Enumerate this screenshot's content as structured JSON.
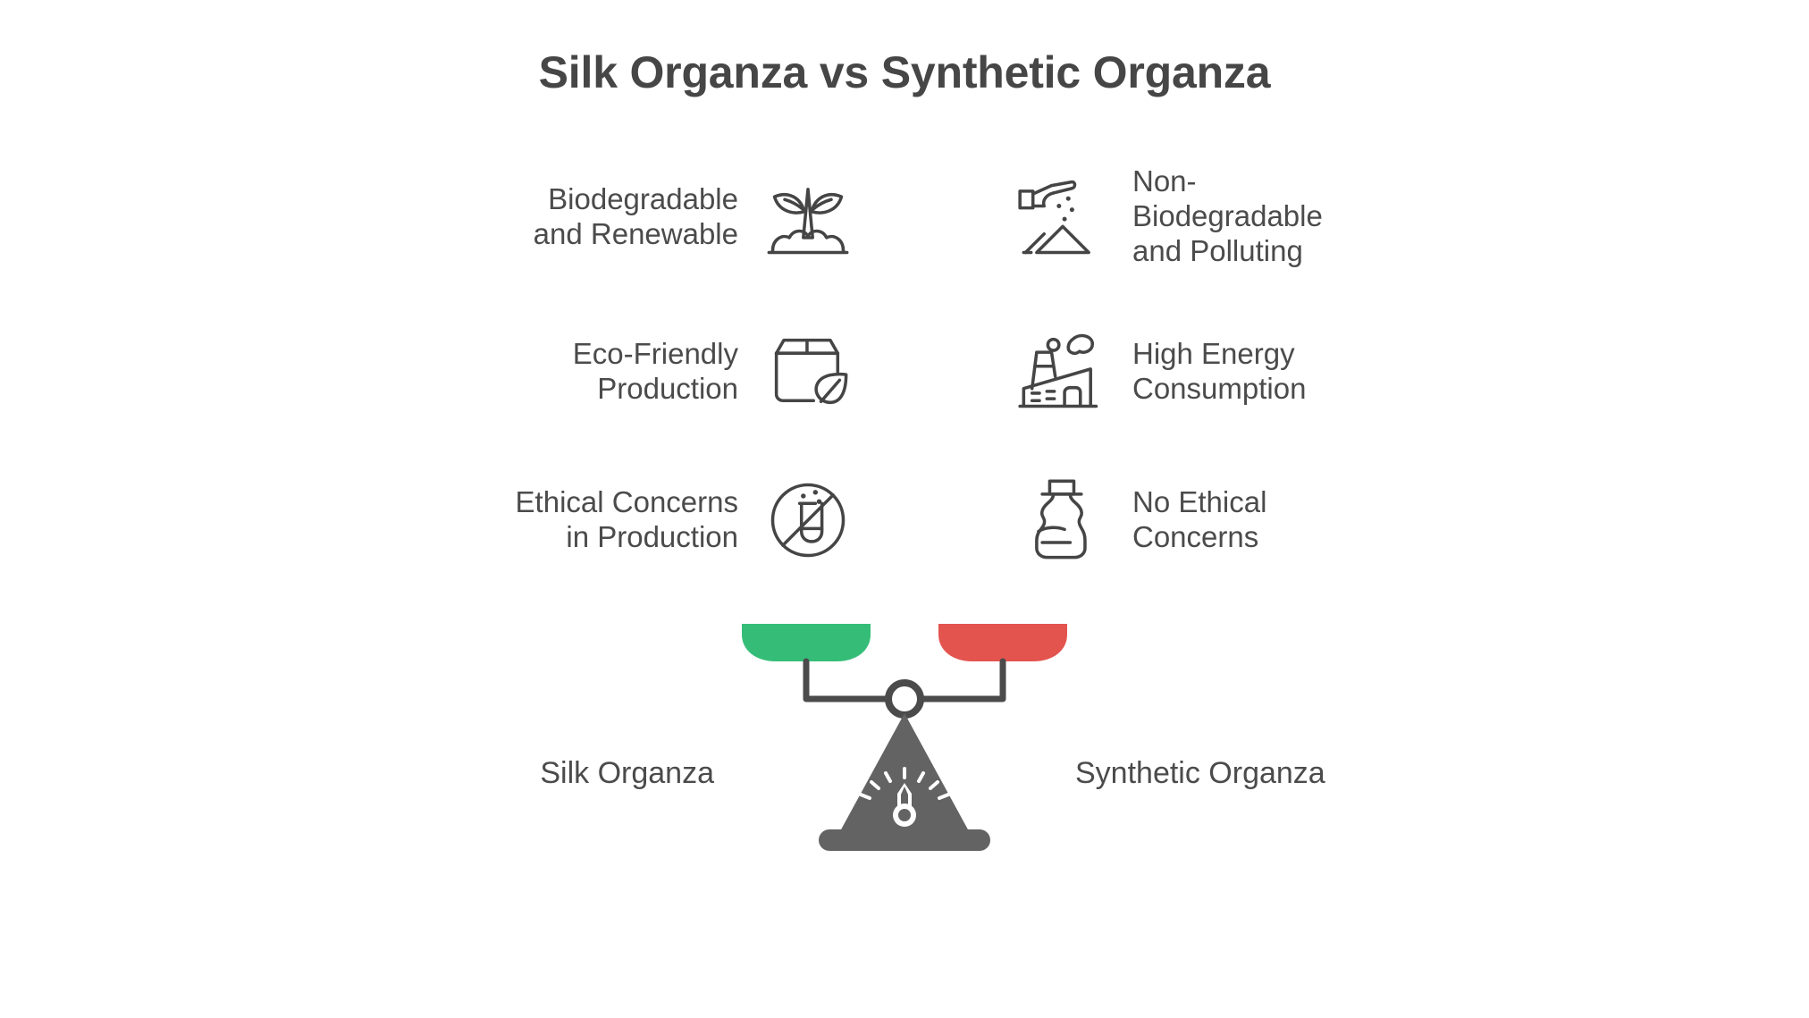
{
  "header": {
    "title": "Silk Organza vs Synthetic Organza"
  },
  "comparison": {
    "left_column": {
      "side_label": "Silk Organza",
      "accent_color": "#35bd78",
      "items": [
        {
          "label": "Biodegradable\nand Renewable",
          "icon": "sprout-icon"
        },
        {
          "label": "Eco-Friendly\nProduction",
          "icon": "eco-package-icon"
        },
        {
          "label": "Ethical Concerns\nin Production",
          "icon": "no-chemicals-icon"
        }
      ]
    },
    "right_column": {
      "side_label": "Synthetic Organza",
      "accent_color": "#e4544f",
      "items": [
        {
          "label": "Non-\nBiodegradable\nand Polluting",
          "icon": "waste-dumping-icon"
        },
        {
          "label": "High Energy\nConsumption",
          "icon": "factory-icon"
        },
        {
          "label": "No Ethical\nConcerns",
          "icon": "plastic-bottle-icon"
        }
      ]
    }
  },
  "scale": {
    "name": "balance-scale",
    "left_pan_color": "#35bd78",
    "right_pan_color": "#e4544f",
    "frame_color": "#4b4b4b",
    "base_color": "#636363"
  },
  "colors": {
    "text": "#4b4b4b",
    "title": "#464646",
    "stroke": "#454545",
    "background": "#ffffff"
  }
}
